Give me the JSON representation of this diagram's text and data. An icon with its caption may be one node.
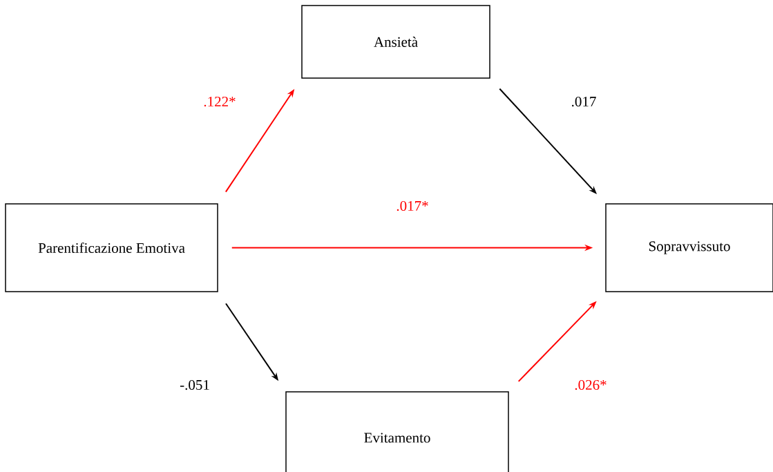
{
  "diagram": {
    "nodes": [
      {
        "text": [
          "Ansietà"
        ]
      },
      {
        "text": [
          "Parentificazione Emotiva"
        ]
      },
      {
        "text": [
          "Sopravvissuto"
        ]
      },
      {
        "text": [
          "Evitamento"
        ]
      }
    ],
    "edges": [
      {
        "from": 1,
        "to": 0,
        "arrow": "to",
        "label": ".122*",
        "color": "#ff0000"
      },
      {
        "from": 0,
        "to": 2,
        "arrow": "to",
        "label": ".017",
        "color": "#000000"
      },
      {
        "from": 1,
        "to": 2,
        "arrow": "to",
        "label": ".017*",
        "color": "#ff0000"
      },
      {
        "from": 1,
        "to": 3,
        "arrow": "to",
        "label": "-.051",
        "color": "#000000"
      },
      {
        "from": 3,
        "to": 2,
        "arrow": "to",
        "label": ".026*",
        "color": "#ff0000"
      }
    ]
  }
}
